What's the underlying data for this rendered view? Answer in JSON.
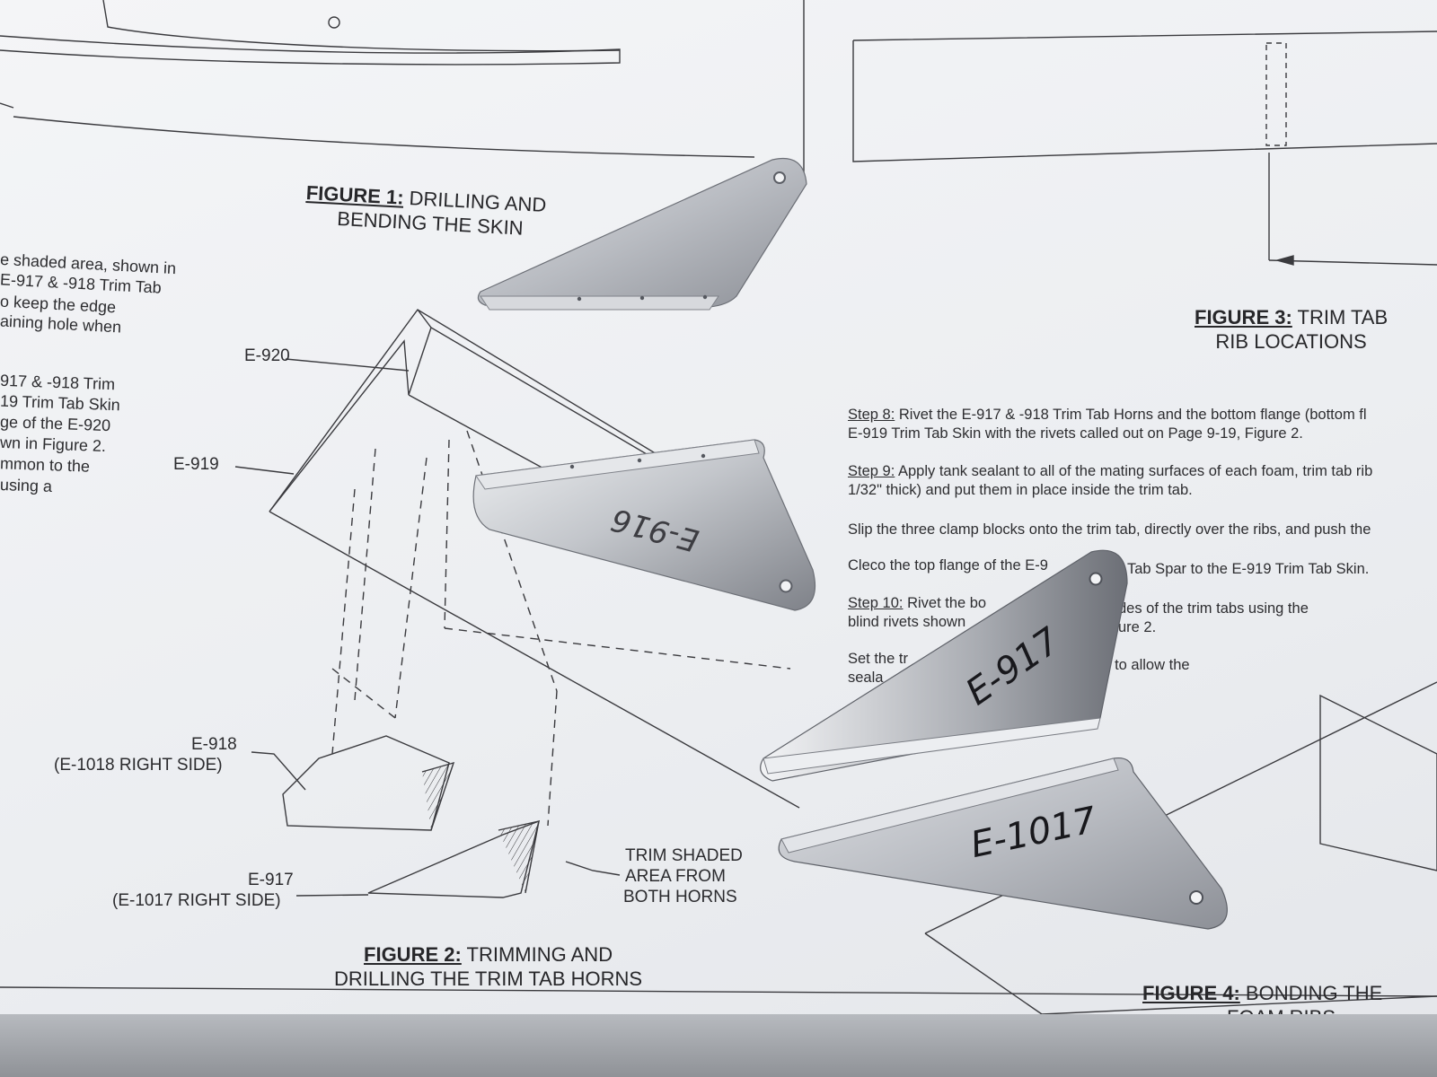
{
  "figures": {
    "fig1": {
      "num": "FIGURE 1:",
      "line1": "DRILLING AND",
      "line2": "BENDING THE SKIN"
    },
    "fig2": {
      "num": "FIGURE 2:",
      "line1": "TRIMMING AND",
      "line2": "DRILLING THE TRIM TAB HORNS"
    },
    "fig3": {
      "num": "FIGURE 3:",
      "line1": "TRIM TAB",
      "line2": "RIB LOCATIONS"
    },
    "fig4": {
      "num": "FIGURE 4:",
      "line1": "BONDING THE",
      "line2": "FOAM RIBS"
    }
  },
  "left_text": [
    "e shaded area, shown in",
    "E-917 & -918 Trim Tab",
    "o keep the edge",
    "aining hole when",
    "917 & -918 Trim",
    "19 Trim Tab Skin",
    "ge of the E-920",
    "wn in Figure 2.",
    "mmon to the",
    "using a"
  ],
  "callouts": {
    "e920": "E-920",
    "e919": "E-919",
    "e918": "E-918",
    "e918_right": "(E-1018 RIGHT SIDE)",
    "e917": "E-917",
    "e917_right": "(E-1017 RIGHT SIDE)",
    "trim_1": "TRIM SHADED",
    "trim_2": "AREA FROM",
    "trim_3": "BOTH HORNS"
  },
  "steps": {
    "s8_label": "Step 8:",
    "s8_line1": "Rivet the E-917 & -918 Trim Tab Horns and the bottom flange (bottom fl",
    "s8_line2": "E-919 Trim Tab Skin with the rivets called out on Page 9-19, Figure 2.",
    "s9_label": "Step 9:",
    "s9_line1": "Apply tank sealant to all of the mating surfaces of each foam, trim tab rib",
    "s9_line2": "1/32\" thick) and put them in place inside the trim tab.",
    "slip": "Slip the three clamp blocks onto the trim tab, directly over the ribs, and push the",
    "cleco_a": "Cleco the top flange of the E-9",
    "cleco_b": "Tab Spar to the E-919 Trim Tab Skin.",
    "s10_label": "Step 10:",
    "s10_a": "Rivet the bo",
    "s10_b": "des of the trim tabs using the",
    "s10_c": "blind rivets shown",
    "s10_d": "ure 2.",
    "set_a": "Set the tr",
    "set_b": "ys to allow the",
    "set_c": "seala"
  },
  "handwriting": {
    "horn_mid": "E-916",
    "horn_right_upper": "E-917",
    "horn_right_lower": "E-1017"
  },
  "colors": {
    "paper": "#eef0f3",
    "ink": "#2b2b2e",
    "aluminum": "#c9ccd1",
    "marker": "#18181c"
  }
}
